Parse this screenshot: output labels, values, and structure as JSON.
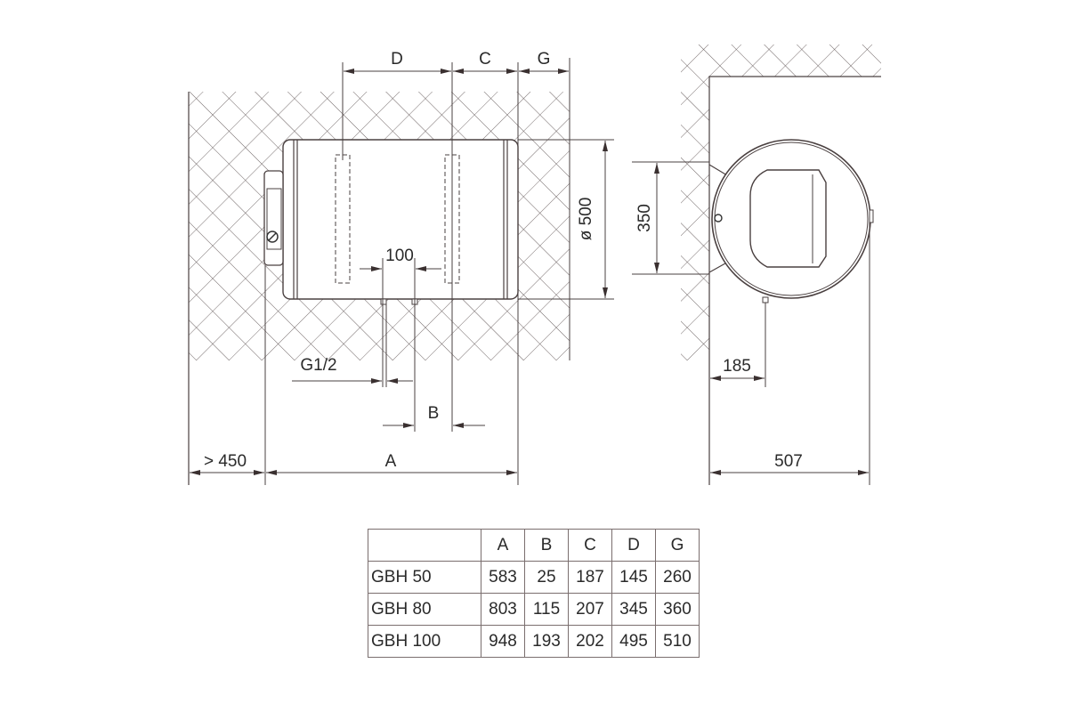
{
  "front_view": {
    "dim_D": "D",
    "dim_C": "C",
    "dim_G": "G",
    "dim_diameter": "ø 500",
    "dim_pipe_spacing": "100",
    "dim_thread": "G1/2",
    "dim_B": "B",
    "dim_clearance": "> 450",
    "dim_A": "A"
  },
  "side_view": {
    "dim_bracket": "350",
    "dim_outlet": "185",
    "dim_depth": "507"
  },
  "table": {
    "headers": [
      "",
      "A",
      "B",
      "C",
      "D",
      "G"
    ],
    "rows": [
      [
        "GBH 50",
        "583",
        "25",
        "187",
        "145",
        "260"
      ],
      [
        "GBH 80",
        "803",
        "115",
        "207",
        "345",
        "360"
      ],
      [
        "GBH 100",
        "948",
        "193",
        "202",
        "495",
        "510"
      ]
    ]
  },
  "colors": {
    "line": "#4a4040",
    "hatch": "#6a6060"
  }
}
